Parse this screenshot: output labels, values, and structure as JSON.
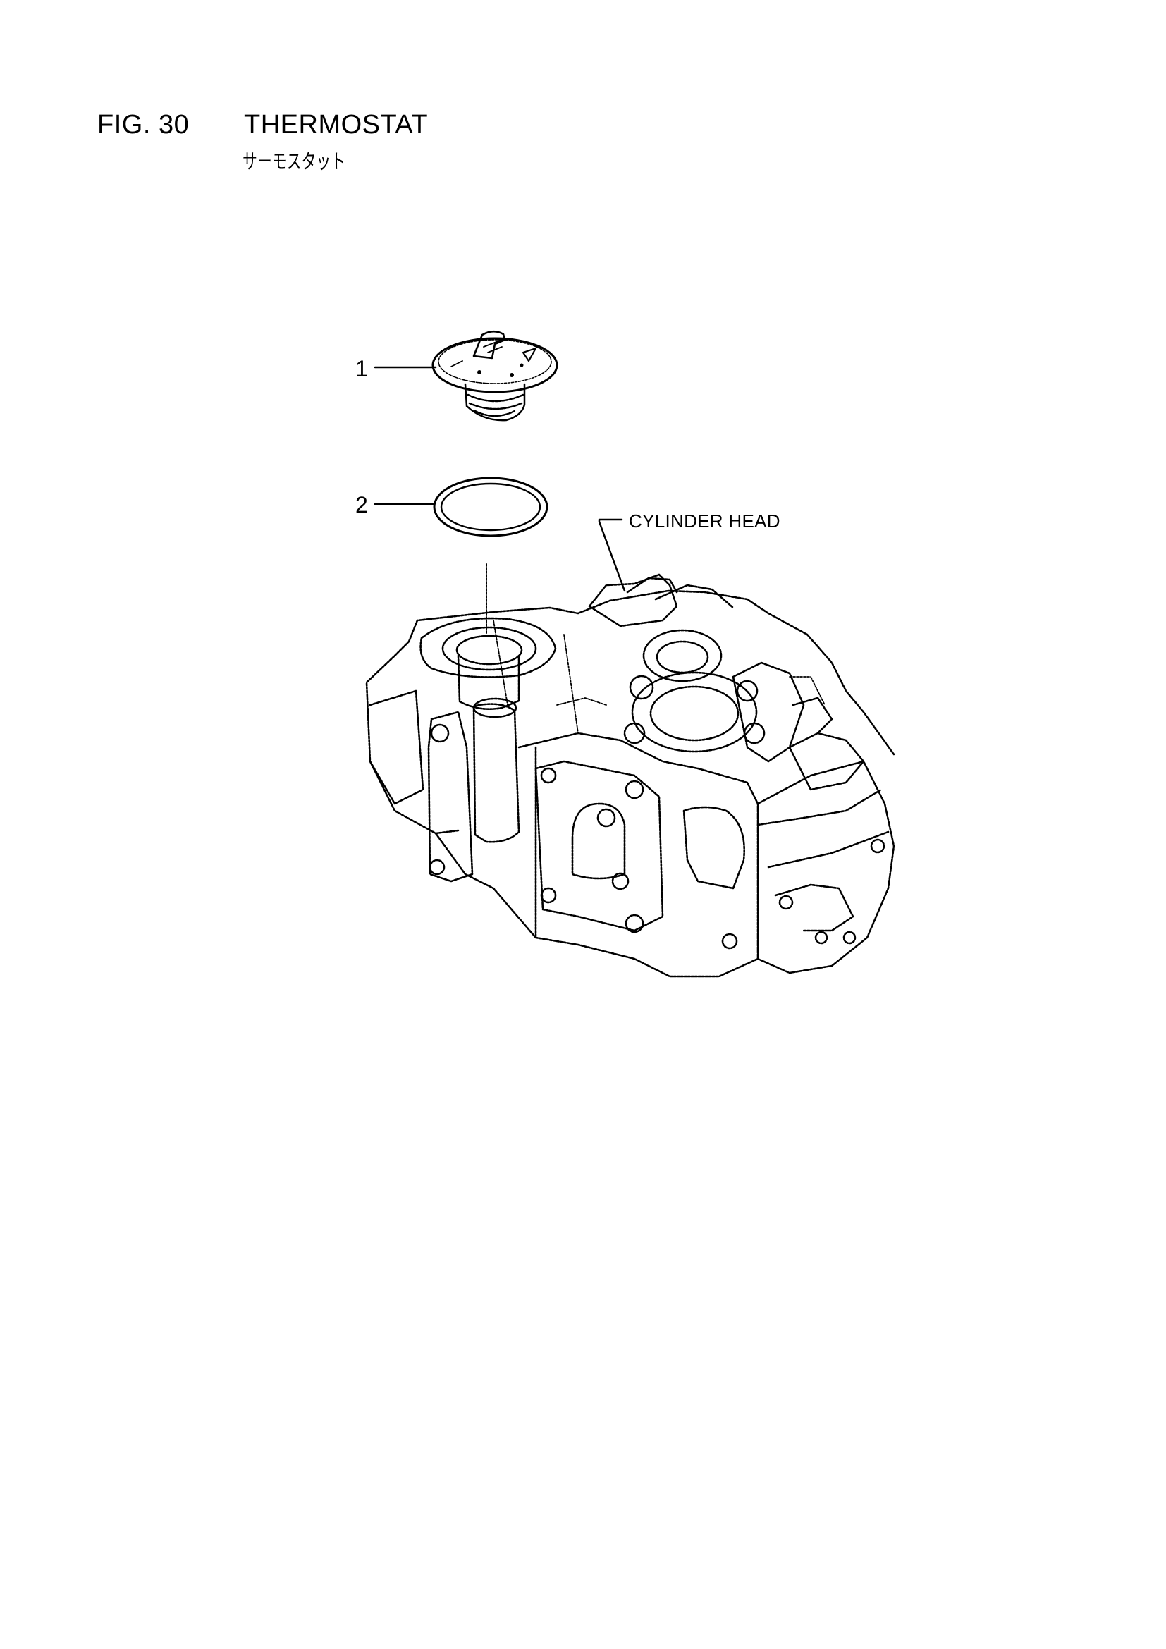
{
  "figure": {
    "number": "FIG. 30",
    "title": "THERMOSTAT",
    "subtitle": "サーモスタット"
  },
  "callouts": [
    {
      "label": "1"
    },
    {
      "label": "2"
    }
  ],
  "reference_label": "CYLINDER HEAD",
  "colors": {
    "ink": "#000000",
    "paper": "#ffffff"
  }
}
